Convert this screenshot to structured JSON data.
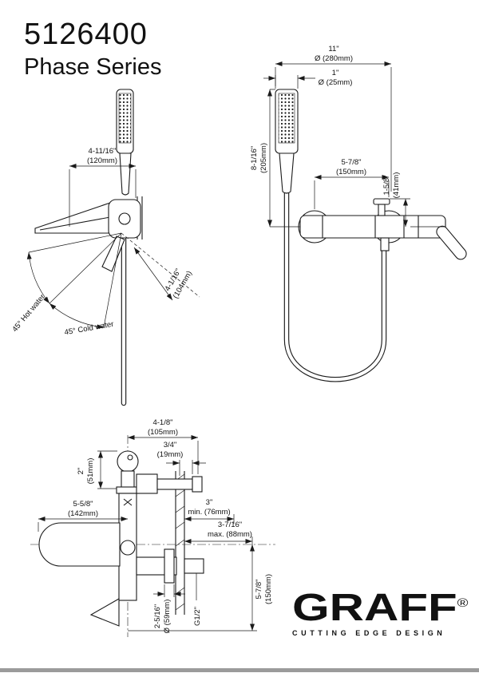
{
  "header": {
    "model": "5126400",
    "series": "Phase Series"
  },
  "front_view": {
    "width_in": "11\"",
    "width_mm": "Ø (280mm)",
    "diam_in": "1\"",
    "diam_mm": "Ø (25mm)",
    "height_in": "8-1/16\"",
    "height_mm": "(205mm)",
    "spread_in": "5-7/8\"",
    "spread_mm": "(150mm)",
    "offset_in": "1-5/8\"",
    "offset_mm": "(41mm)"
  },
  "side_view": {
    "reach_in": "4-11/16\"",
    "reach_mm": "(120mm)",
    "lever_in": "4-1/16\"",
    "lever_mm": "(104mm)",
    "hot": "45° Hot water",
    "cold": "45° Cold water"
  },
  "bottom_view": {
    "depth_in": "4-1/8\"",
    "depth_mm": "(105mm)",
    "nipple_in": "3/4\"",
    "nipple_mm": "(19mm)",
    "knob_in": "2\"",
    "knob_mm": "(51mm)",
    "reach_in": "5-5/8\"",
    "reach_mm": "(142mm)",
    "wall_min_in": "3\"",
    "wall_min_mm": "min. (76mm)",
    "wall_max_in": "3-7/16\"",
    "wall_max_mm": "max. (88mm)",
    "drop_in": "5-7/8\"",
    "drop_mm": "(150mm)",
    "esc_in": "2-5/16\"",
    "esc_mm": "Ø (59mm)",
    "thread": "G1/2\""
  },
  "logo": {
    "name": "GRAFF",
    "registered": "®",
    "tagline": "CUTTING EDGE DESIGN"
  }
}
